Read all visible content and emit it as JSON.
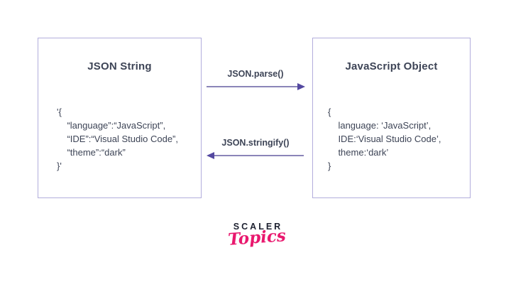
{
  "diagram": {
    "left_box": {
      "title": "JSON String",
      "code_lines": [
        "'{",
        "    “language”:“JavaScript”,",
        "    “IDE”:“Visual Studio Code”,",
        "    “theme”:“dark”",
        "}'"
      ]
    },
    "right_box": {
      "title": "JavaScript Object",
      "code_lines": [
        "{",
        "    language: ‘JavaScript’,",
        "    IDE:‘Visual Studio Code’,",
        "    theme:‘dark’",
        "}"
      ]
    },
    "arrows": {
      "parse": {
        "label": "JSON.parse()",
        "direction": "right"
      },
      "stringify": {
        "label": "JSON.stringify()",
        "direction": "left"
      }
    },
    "colors": {
      "box_border": "#b2addc",
      "text": "#3d4456",
      "arrow_line": "#8b85b8",
      "arrow_head": "#5448a0",
      "logo_dark": "#1d2130",
      "logo_pink": "#e9186e"
    }
  },
  "logo": {
    "line1": "SCALER",
    "line2": "Topics"
  }
}
